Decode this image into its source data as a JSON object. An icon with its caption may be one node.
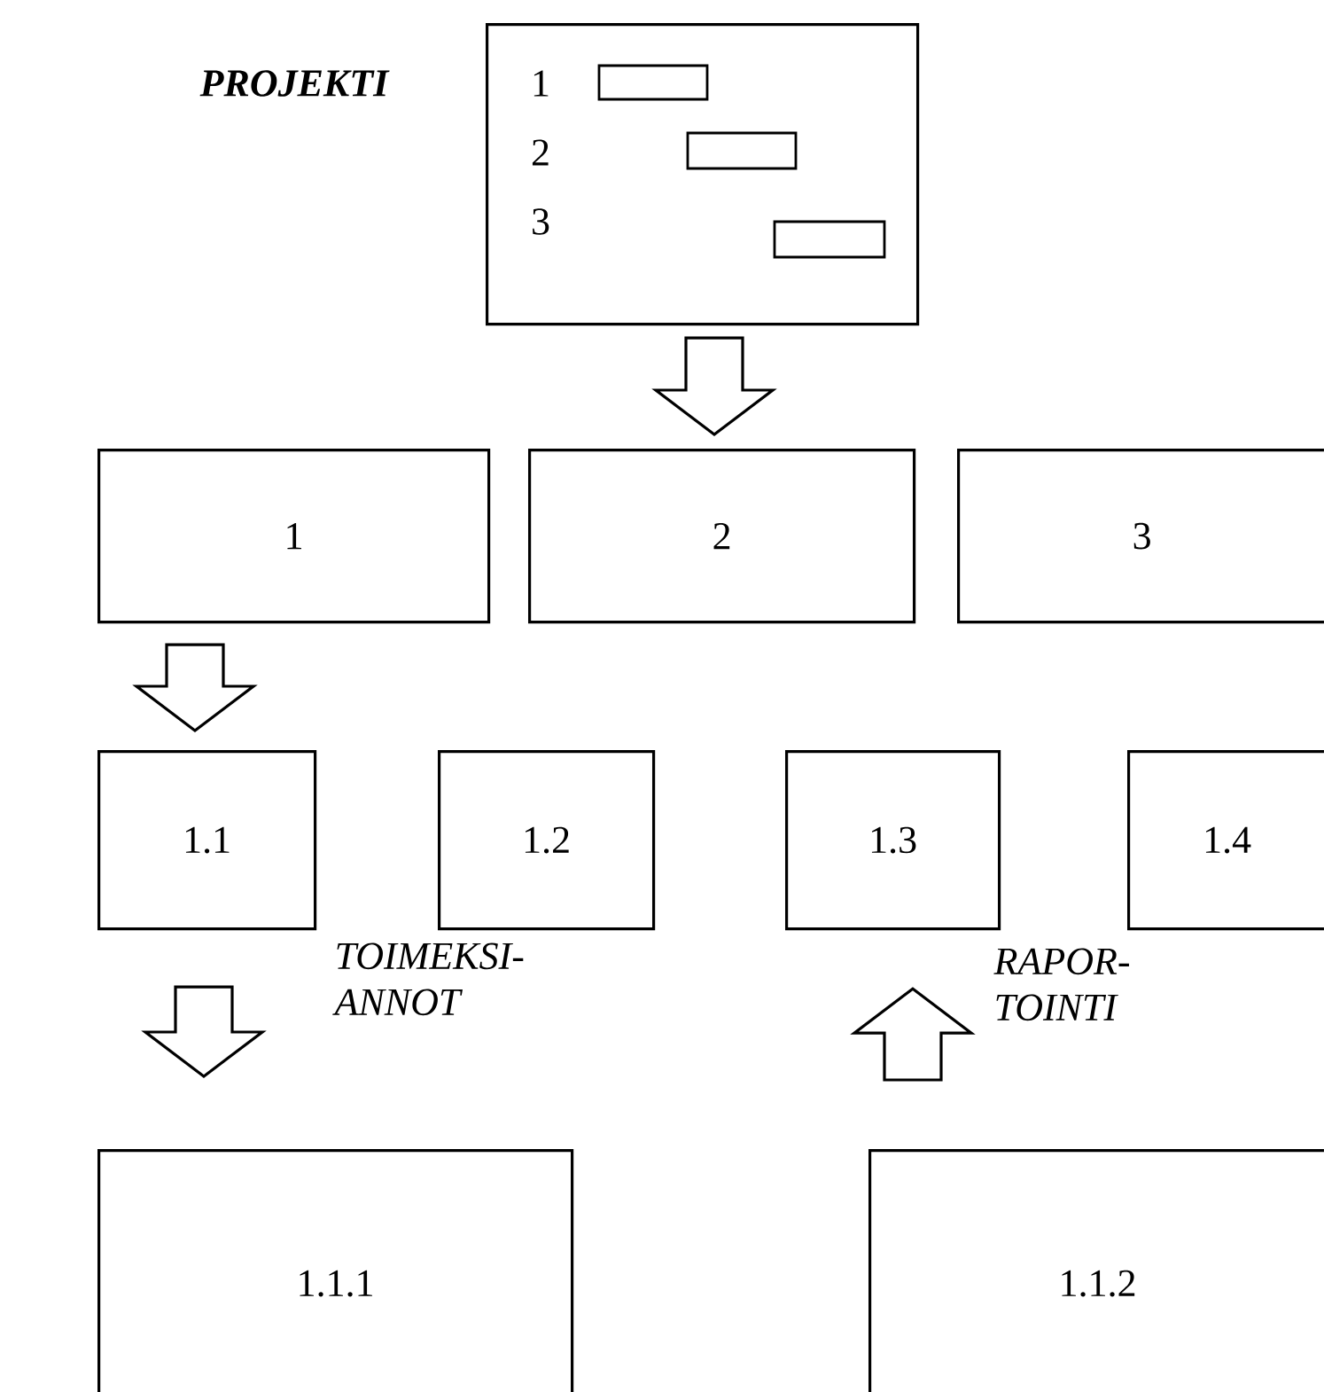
{
  "diagram": {
    "title": "PROJEKTI",
    "nodes": [
      {
        "text": [
          "1",
          "2",
          "3"
        ]
      },
      {
        "text": [
          "1"
        ]
      },
      {
        "text": [
          "2"
        ]
      },
      {
        "text": [
          "3"
        ]
      },
      {
        "text": [
          "1.1"
        ]
      },
      {
        "text": [
          "1.2"
        ]
      },
      {
        "text": [
          "1.3"
        ]
      },
      {
        "text": [
          "1.4"
        ]
      },
      {
        "text": [
          "1.1.1"
        ]
      },
      {
        "text": [
          "1.1.2"
        ]
      }
    ],
    "edges": [
      {
        "from": 0,
        "to": 2,
        "arrow": "to"
      },
      {
        "from": 1,
        "to": 4,
        "arrow": "to"
      },
      {
        "from": 4,
        "to": 8,
        "arrow": "to",
        "label": "TOIMEKSI- ANNOT"
      },
      {
        "from": 9,
        "to": 6,
        "arrow": "to",
        "label": "RAPOR- TOINTI"
      }
    ]
  }
}
